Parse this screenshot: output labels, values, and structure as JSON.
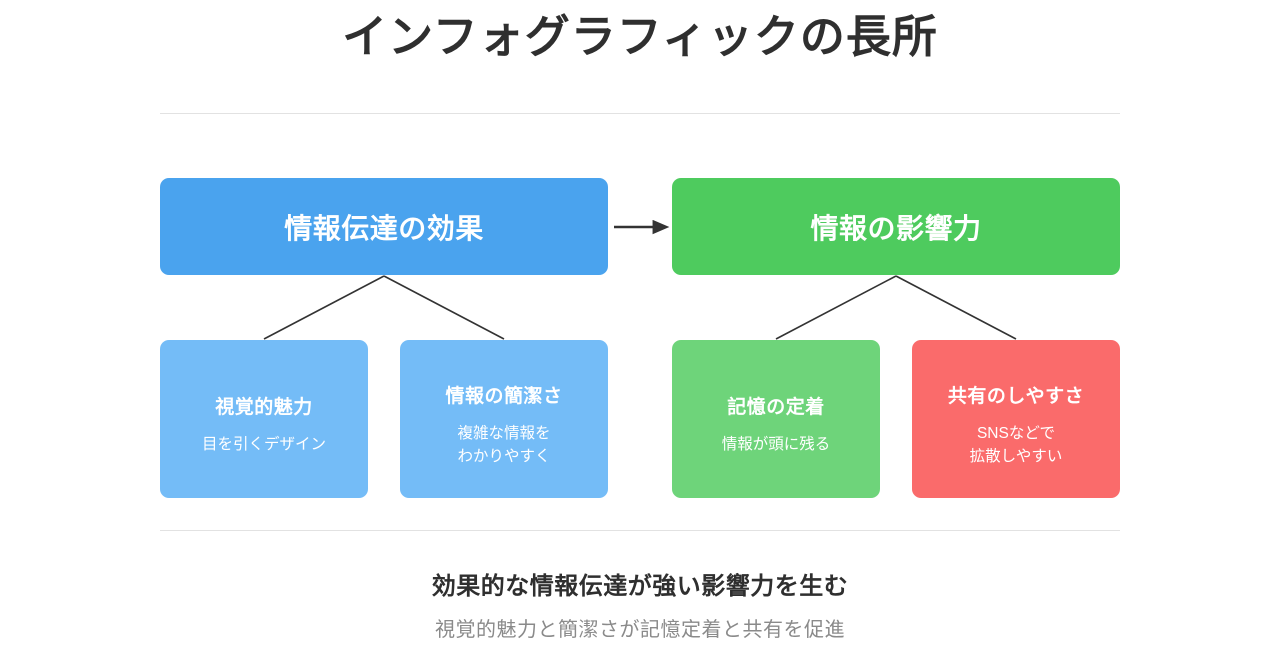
{
  "header": {
    "title": "インフォグラフィックの長所"
  },
  "colors": {
    "primary_blue": "#4aa3ee",
    "secondary_green": "#4ecb5e",
    "child_blue": "#74bcf7",
    "child_green": "#6ed47a",
    "child_red": "#fa6b6b",
    "connector": "#333333",
    "divider": "#e2e2e2",
    "title_text": "#2f2f2f",
    "subtitle_text": "#8a8a8a"
  },
  "diagram": {
    "top_nodes": [
      {
        "id": "primary",
        "title": "情報伝達の効果",
        "color": "#4aa3ee"
      },
      {
        "id": "secondary",
        "title": "情報の影響力",
        "color": "#4ecb5e"
      }
    ],
    "arrow": {
      "name": "flow-arrow",
      "direction": "right",
      "from": "情報伝達の効果",
      "to": "情報の影響力"
    },
    "child_nodes": [
      {
        "id": "child-1",
        "title": "視覚的魅力",
        "desc": "目を引くデザイン",
        "color": "#74bcf7",
        "parent": "primary"
      },
      {
        "id": "child-2",
        "title": "情報の簡潔さ",
        "desc": "複雑な情報を\nわかりやすく",
        "color": "#74bcf7",
        "parent": "primary"
      },
      {
        "id": "child-3",
        "title": "記憶の定着",
        "desc": "情報が頭に残る",
        "color": "#6ed47a",
        "parent": "secondary"
      },
      {
        "id": "child-4",
        "title": "共有のしやすさ",
        "desc": "SNSなどで\n拡散しやすい",
        "color": "#fa6b6b",
        "parent": "secondary"
      }
    ]
  },
  "footer": {
    "headline": "効果的な情報伝達が強い影響力を生む",
    "subtitle": "視覚的魅力と簡潔さが記憶定着と共有を促進"
  }
}
